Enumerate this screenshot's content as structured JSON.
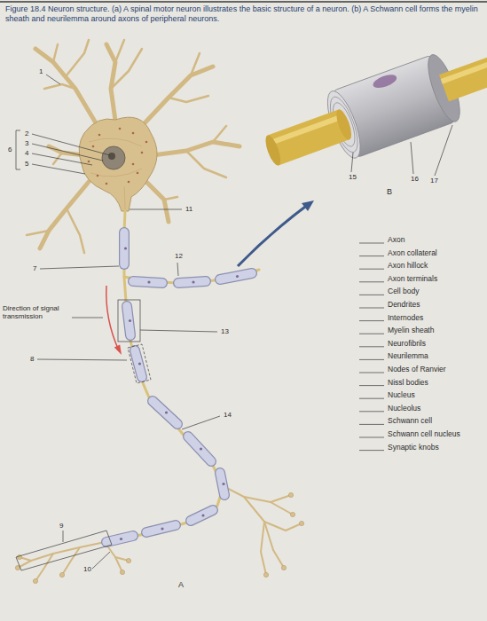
{
  "diagram": {
    "caption": "Figure 18.4 Neuron structure. (a) A spinal motor neuron illustrates the basic structure of a neuron. (b) A Schwann cell forms the myelin sheath and neurilemma around axons of peripheral neurons.",
    "labels": [
      "1",
      "2",
      "3",
      "4",
      "5",
      "6",
      "7",
      "8",
      "9",
      "10",
      "11",
      "12",
      "13",
      "14",
      "15",
      "16",
      "17",
      "A",
      "B",
      "Direction of signal transmission",
      "Axon",
      "Axon collateral",
      "Axon hillock",
      "Axon terminals",
      "Cell body",
      "Dendrites",
      "Internodes",
      "Myelin sheath",
      "Neurofibrils",
      "Neurilemma",
      "Nodes of Ranvier",
      "Nissl bodies",
      "Nucleus",
      "Nucleolus",
      "Schwann cell",
      "Schwann cell nucleus",
      "Synaptic knobs"
    ]
  }
}
